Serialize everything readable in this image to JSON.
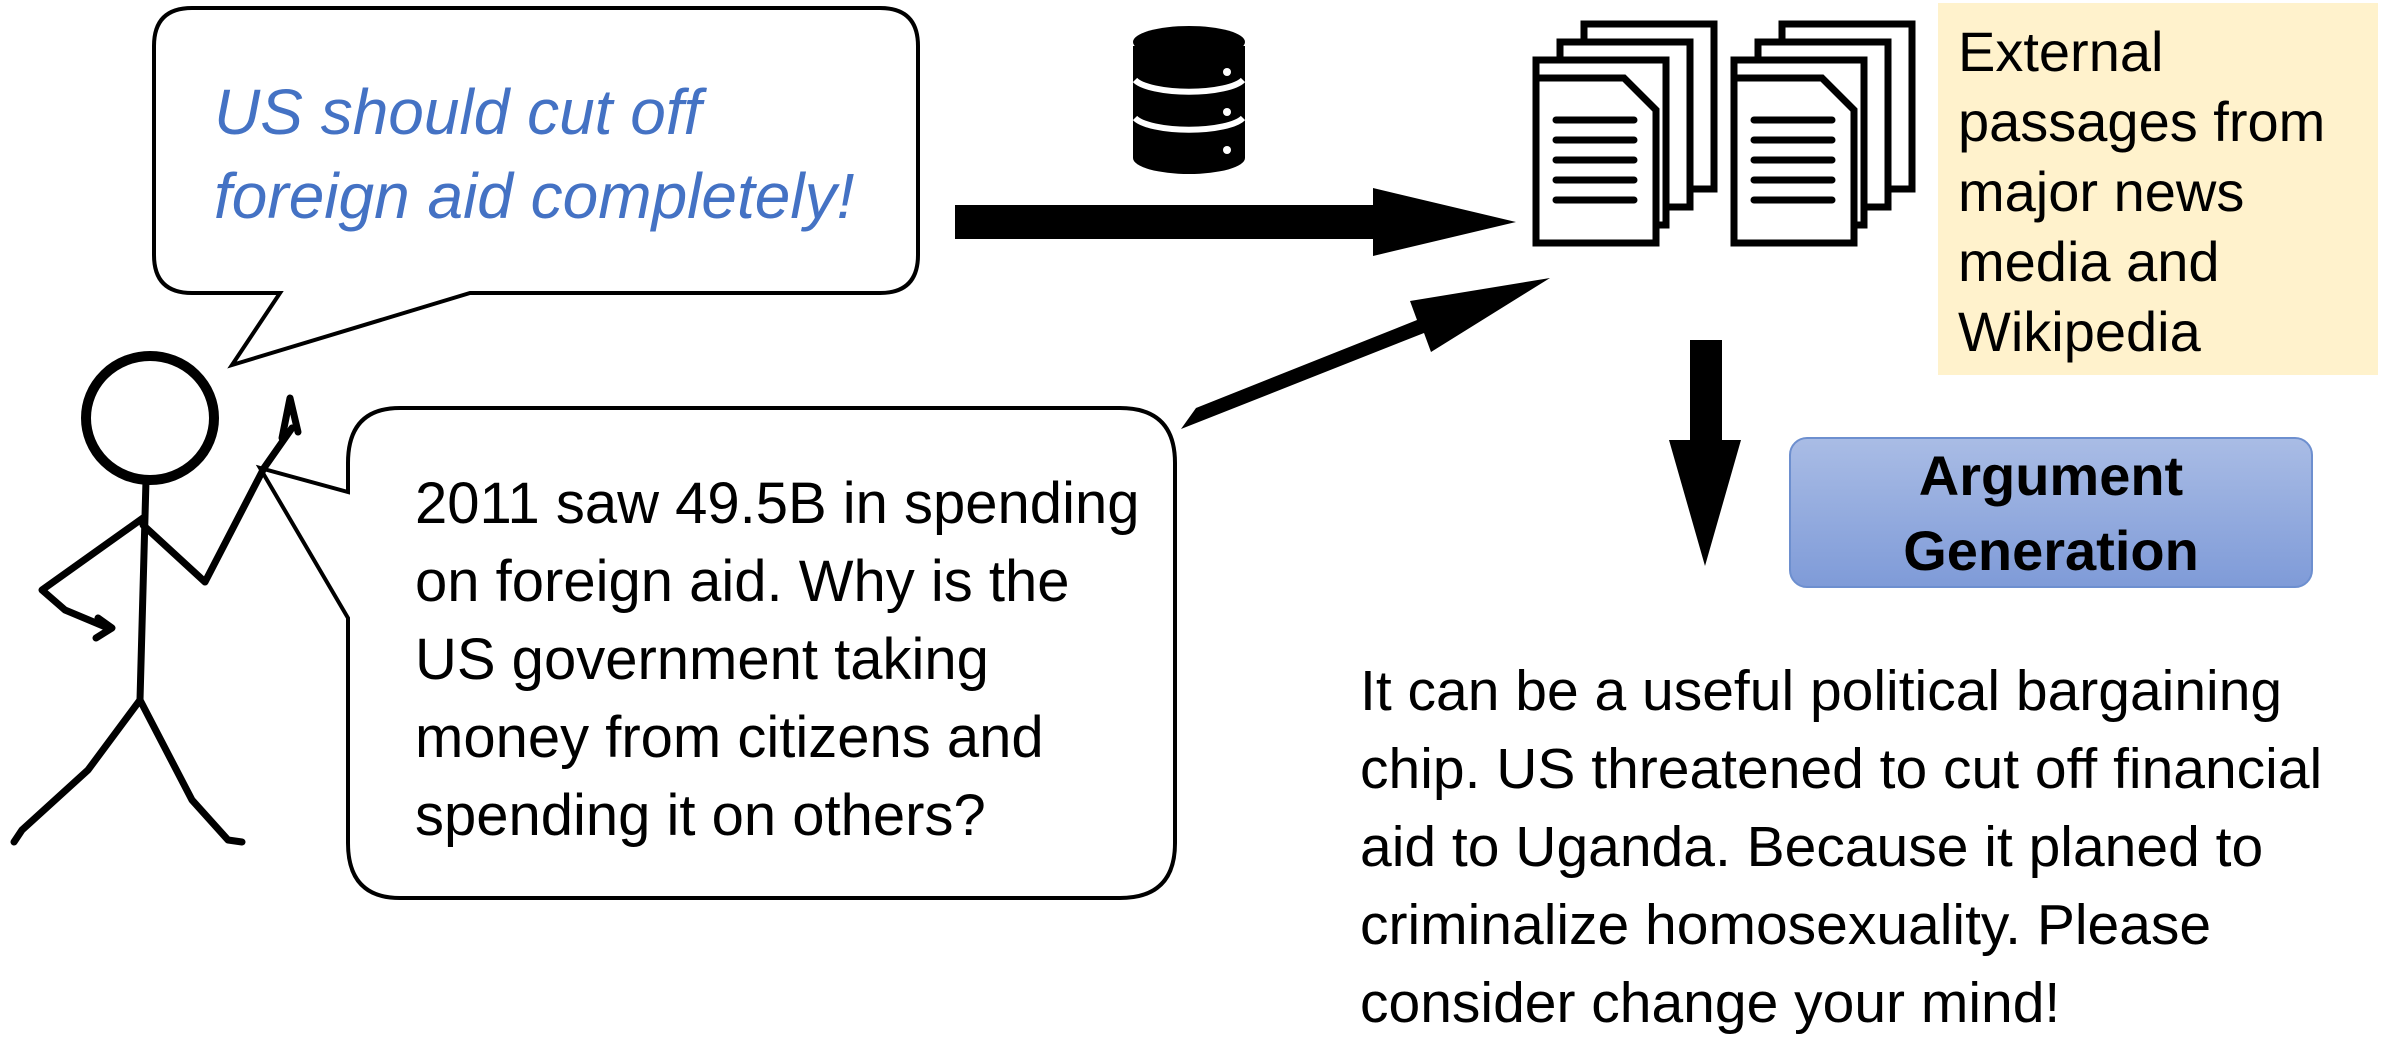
{
  "claim": {
    "text": "US should cut off\nforeign aid completely!"
  },
  "premise": {
    "text": "2011 saw 49.5B in spending\non foreign aid. Why is the\nUS government taking\nmoney from citizens and\nspending it on others?"
  },
  "sources_note": {
    "text": "External\npassages from\nmajor news\nmedia and\nWikipedia"
  },
  "generation_box": {
    "label": "Argument\nGeneration"
  },
  "output": {
    "text": "It can be a useful political bargaining\nchip. US threatened to cut off financial\naid to Uganda. Because it planed to\ncriminalize homosexuality. Please\nconsider change your mind!"
  },
  "icons": {
    "person": "stick-figure-icon",
    "database": "database-icon",
    "documents": "document-stack-icon"
  },
  "colors": {
    "claim_text": "#4472c4",
    "note_background": "#fff2cc",
    "box_fill": "#8faadc"
  }
}
